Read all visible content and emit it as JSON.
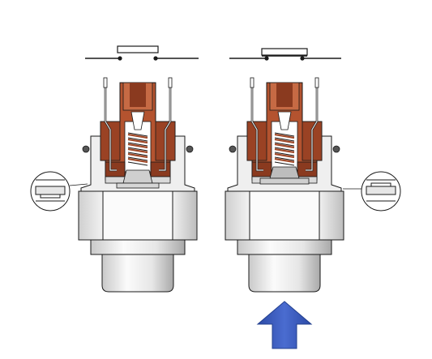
{
  "diagram": {
    "figures": [
      {
        "id": "left-switch",
        "state": "rest",
        "contact": "open"
      },
      {
        "id": "right-switch",
        "state": "pressurized",
        "contact": "closed"
      }
    ],
    "pressure_arrow": {
      "direction": "up",
      "applies_to": "right-switch"
    }
  },
  "colors": {
    "background": "#ffffff",
    "copper_dark": "#8a3a1f",
    "copper": "#b4532f",
    "copper_light": "#c66a44",
    "outline": "#1a1a1a",
    "steel_light": "#f4f4f4",
    "steel_mid": "#d6d6d6",
    "steel_dark": "#9e9e9e",
    "contact_metal": "#cfcfcf",
    "arrow": "#3757b8",
    "arrow_dark": "#23408f"
  }
}
